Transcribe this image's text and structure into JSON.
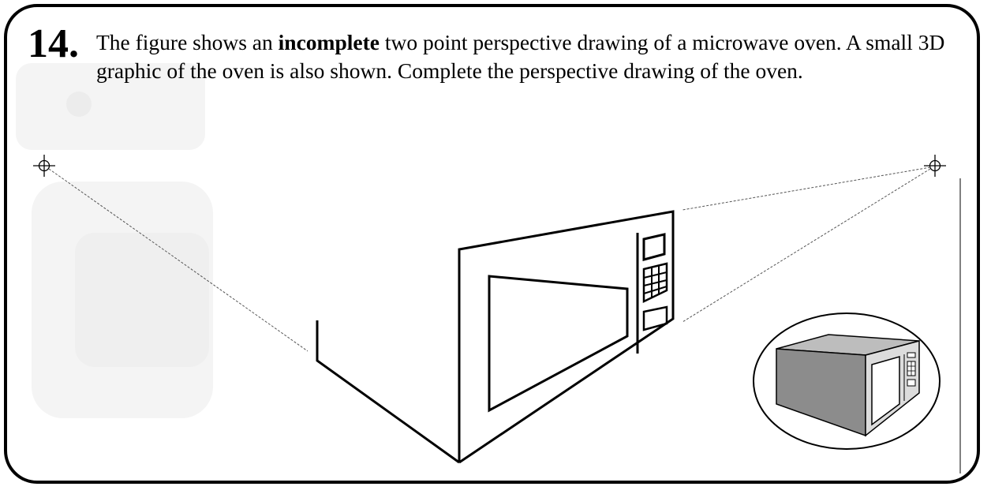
{
  "question": {
    "number": "14.",
    "text_before_bold": "The figure shows an ",
    "bold_word": "incomplete",
    "text_after_bold": " two point perspective drawing of a microwave oven. A small 3D graphic of the oven is also shown.  Complete the perspective drawing of the oven."
  },
  "figure": {
    "vanishing_points": [
      "left-vanishing-point",
      "right-vanishing-point"
    ],
    "colors": {
      "stroke": "#000000",
      "construction_line": "#555555",
      "oven_side": "#8c8c8c",
      "oven_top": "#bdbdbd",
      "oven_front": "#dcdcdc",
      "oven_window": "#ffffff",
      "ghost_watermark": "#f2f2f2"
    }
  }
}
